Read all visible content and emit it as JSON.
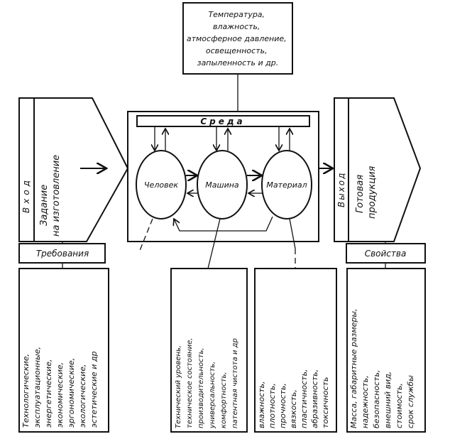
{
  "environment": {
    "lines": [
      "Температура,",
      "влажность,",
      "атмосферное давление,",
      "освещенность,",
      "запыленность и др."
    ]
  },
  "center": {
    "environment_label": "Среда",
    "nodes": [
      "Человек",
      "Машина",
      "Материал"
    ]
  },
  "input": {
    "label": "Вход",
    "content": [
      "Задание",
      "на изготовление"
    ]
  },
  "output": {
    "label": "Выход",
    "content": [
      "Готовая",
      "продукция"
    ]
  },
  "requirements": {
    "title": "Требования",
    "items": [
      "Технологические,",
      "эксплуатационные,",
      "энергетические,",
      "экономические,",
      "эргономические,",
      "экологические,",
      "эстетические и др"
    ]
  },
  "machine_props": {
    "items": [
      "Технический уровень,",
      "техническое состояние,",
      "производительность,",
      "универсальность,",
      "комфортность,",
      "патентная чистота и др"
    ]
  },
  "material_props": {
    "items": [
      "влажность,",
      "плотность,",
      "прочность,",
      "вязкость,",
      "пластичность,",
      "абразивность,",
      "токсичность"
    ]
  },
  "properties": {
    "title": "Свойства",
    "items": [
      "Масса, габаритные размеры,",
      "надежность,",
      "безопасность,",
      "внешний вид,",
      "стоимость,",
      "срок службы"
    ]
  }
}
